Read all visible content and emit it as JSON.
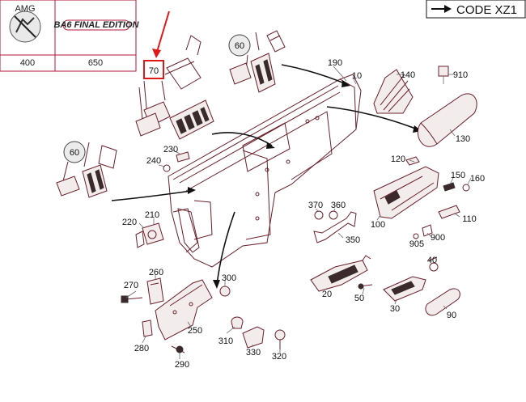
{
  "code_box": {
    "label": "CODE XZ1"
  },
  "top_boxes": [
    {
      "badge_text": "AMG",
      "caption": "400"
    },
    {
      "badge_text": "BA6 FINAL EDITION",
      "caption": "650"
    }
  ],
  "highlighted_callout": "70",
  "circle_callouts": [
    "60",
    "60"
  ],
  "part_labels": [
    "190",
    "10",
    "140",
    "910",
    "130",
    "230",
    "240",
    "120",
    "150",
    "160",
    "370",
    "360",
    "100",
    "110",
    "220",
    "210",
    "905",
    "900",
    "350",
    "40",
    "260",
    "300",
    "270",
    "20",
    "50",
    "30",
    "90",
    "250",
    "310",
    "280",
    "330",
    "320",
    "290"
  ],
  "colors": {
    "highlight": "#e01818",
    "frame": "#b3163a",
    "part_stroke": "#6b1f2a"
  }
}
